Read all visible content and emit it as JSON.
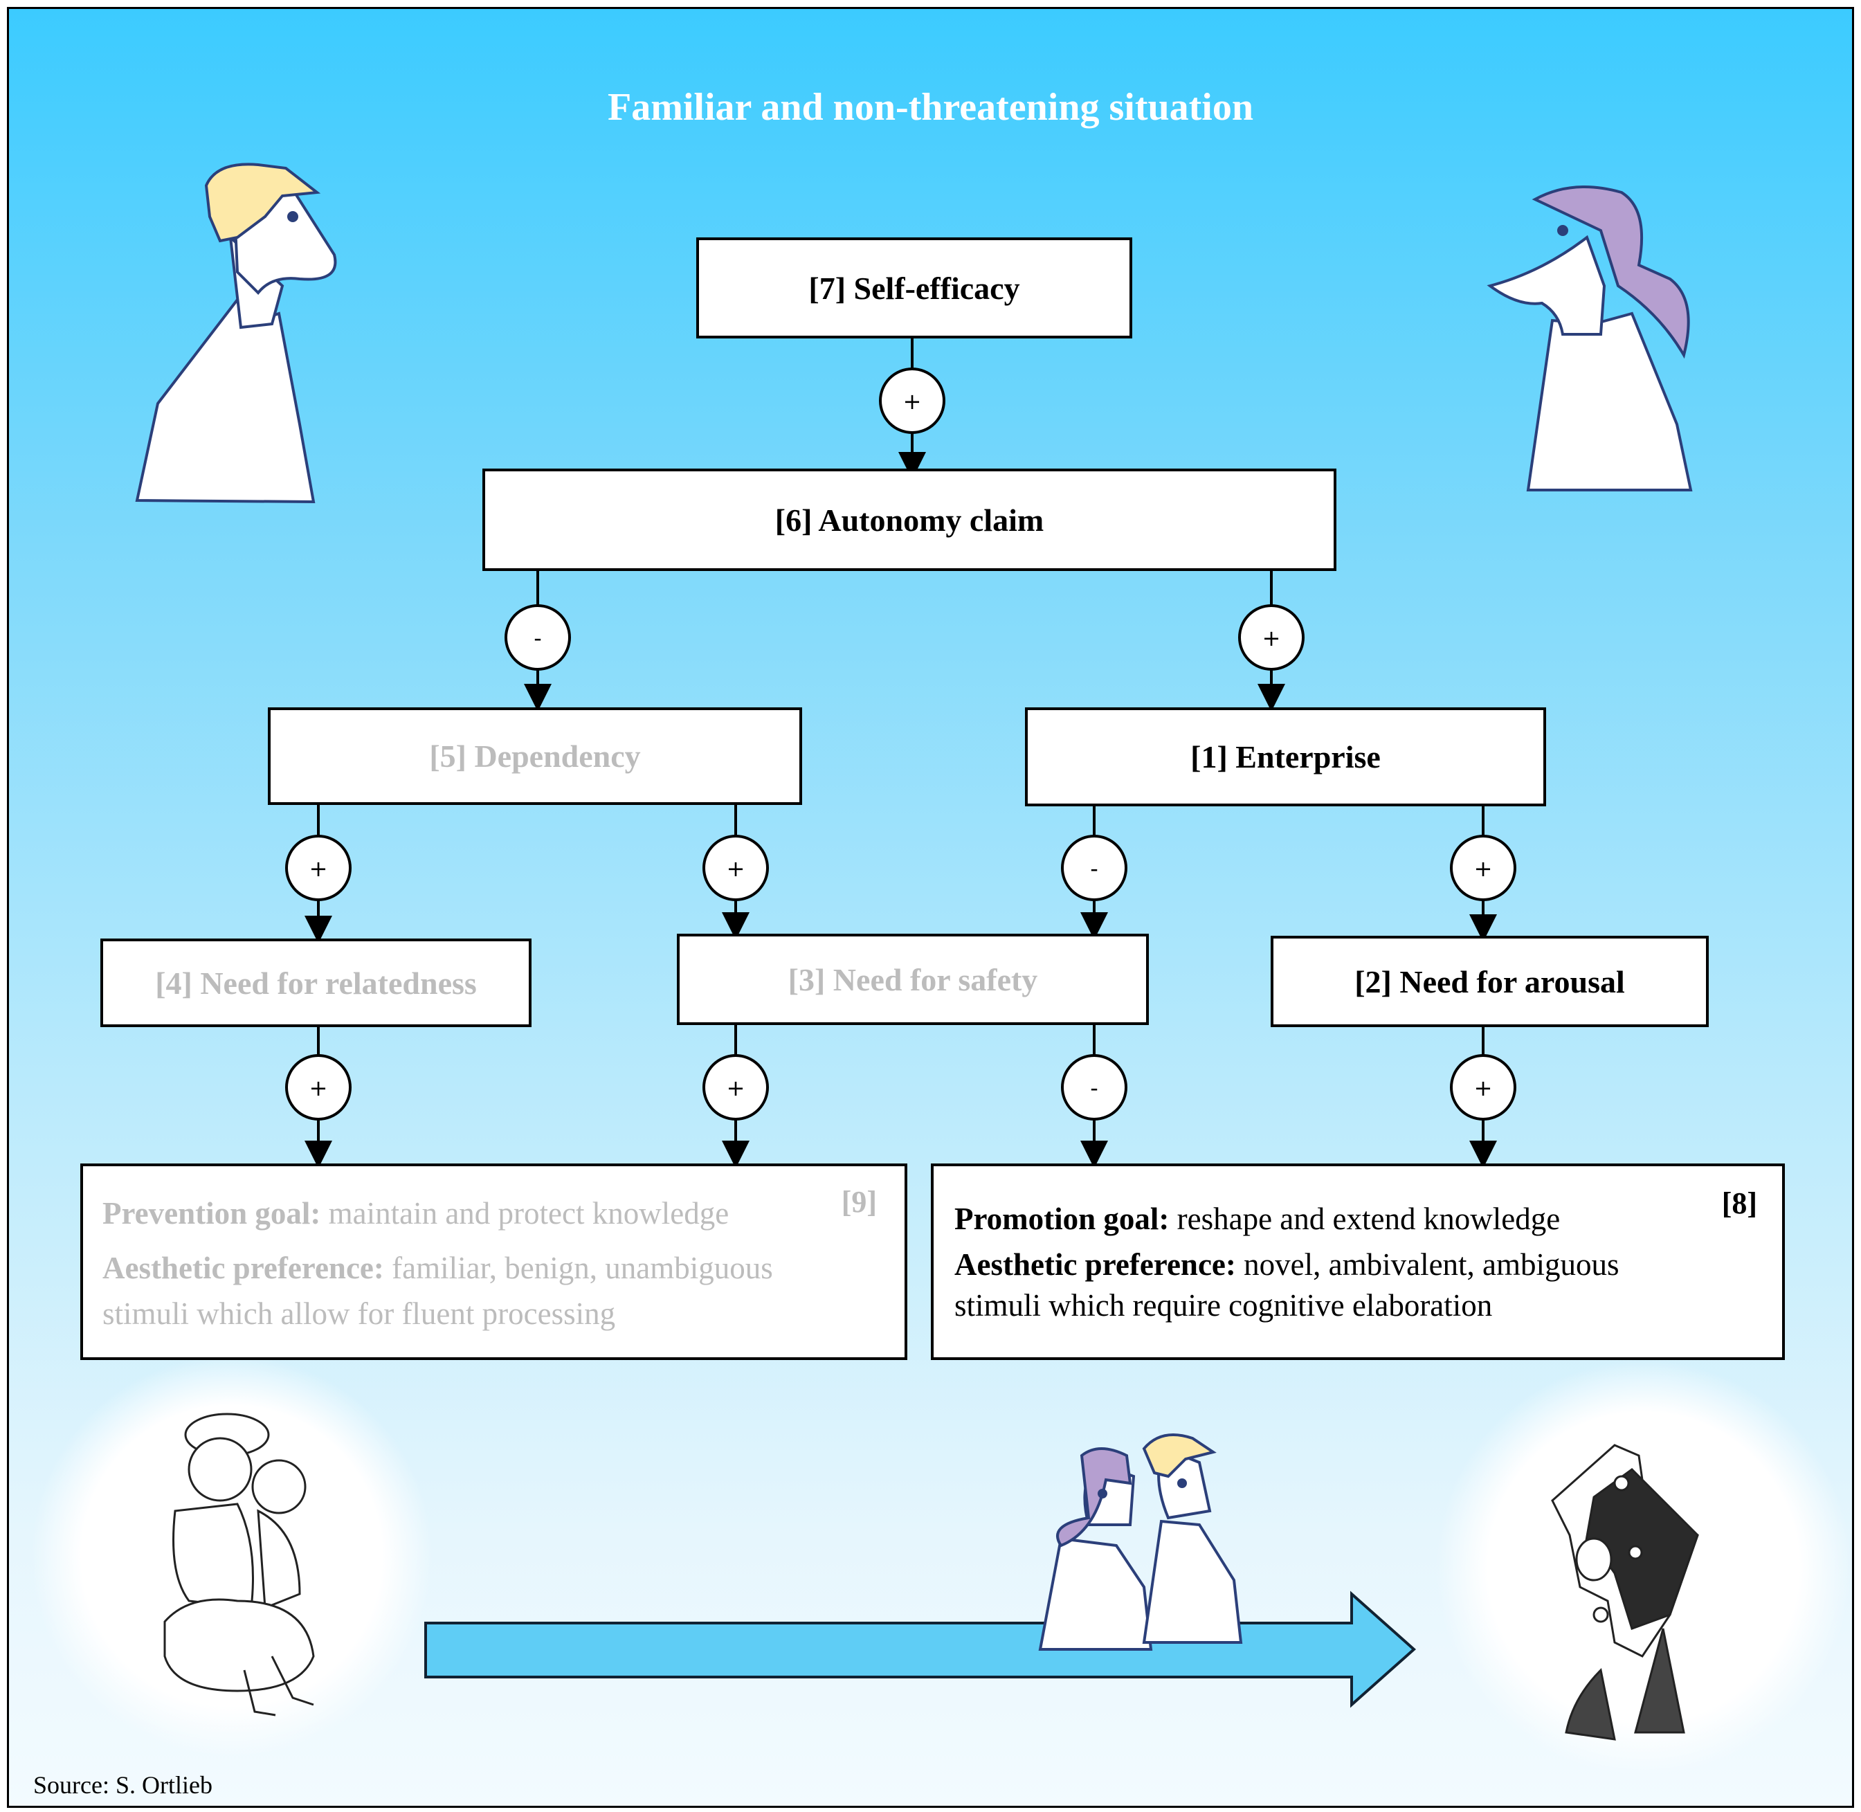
{
  "title": "Familiar  and non-threatening situation",
  "nodes": {
    "self_efficacy": "[7] Self-efficacy",
    "autonomy": "[6] Autonomy claim",
    "dependency": "[5] Dependency",
    "enterprise": "[1] Enterprise",
    "relatedness": "[4] Need for relatedness",
    "safety": "[3] Need for safety",
    "arousal": "[2] Need for arousal"
  },
  "signs": {
    "s7_6": "+",
    "s6_5": "-",
    "s6_1": "+",
    "s5_4": "+",
    "s5_3": "+",
    "s1_3": "-",
    "s1_2": "+",
    "s4_9": "+",
    "s3_9": "+",
    "s3_8": "-",
    "s2_8": "+"
  },
  "prevention": {
    "tag": "[9]",
    "goal_label": "Prevention goal:",
    "goal_text": " maintain and protect knowledge",
    "pref_label": "Aesthetic preference:",
    "pref_text": " familiar, benign, unambiguous stimuli which allow for fluent processing"
  },
  "promotion": {
    "tag": "[8]",
    "goal_label": "Promotion goal:",
    "goal_text": " reshape and extend knowledge",
    "pref_label": "Aesthetic preference:",
    "pref_text": " novel, ambivalent, ambiguous stimuli which require cognitive elaboration"
  },
  "source": "Source: S. Ortlieb",
  "colors": {
    "sky_top": "#3ccbff",
    "dimmed_text": "#bcbcbc",
    "blond_hair": "#fde9a8",
    "purple_hair": "#b59fd0",
    "arrow_fill": "#5fcdf5",
    "outline": "#2b3f7a"
  }
}
